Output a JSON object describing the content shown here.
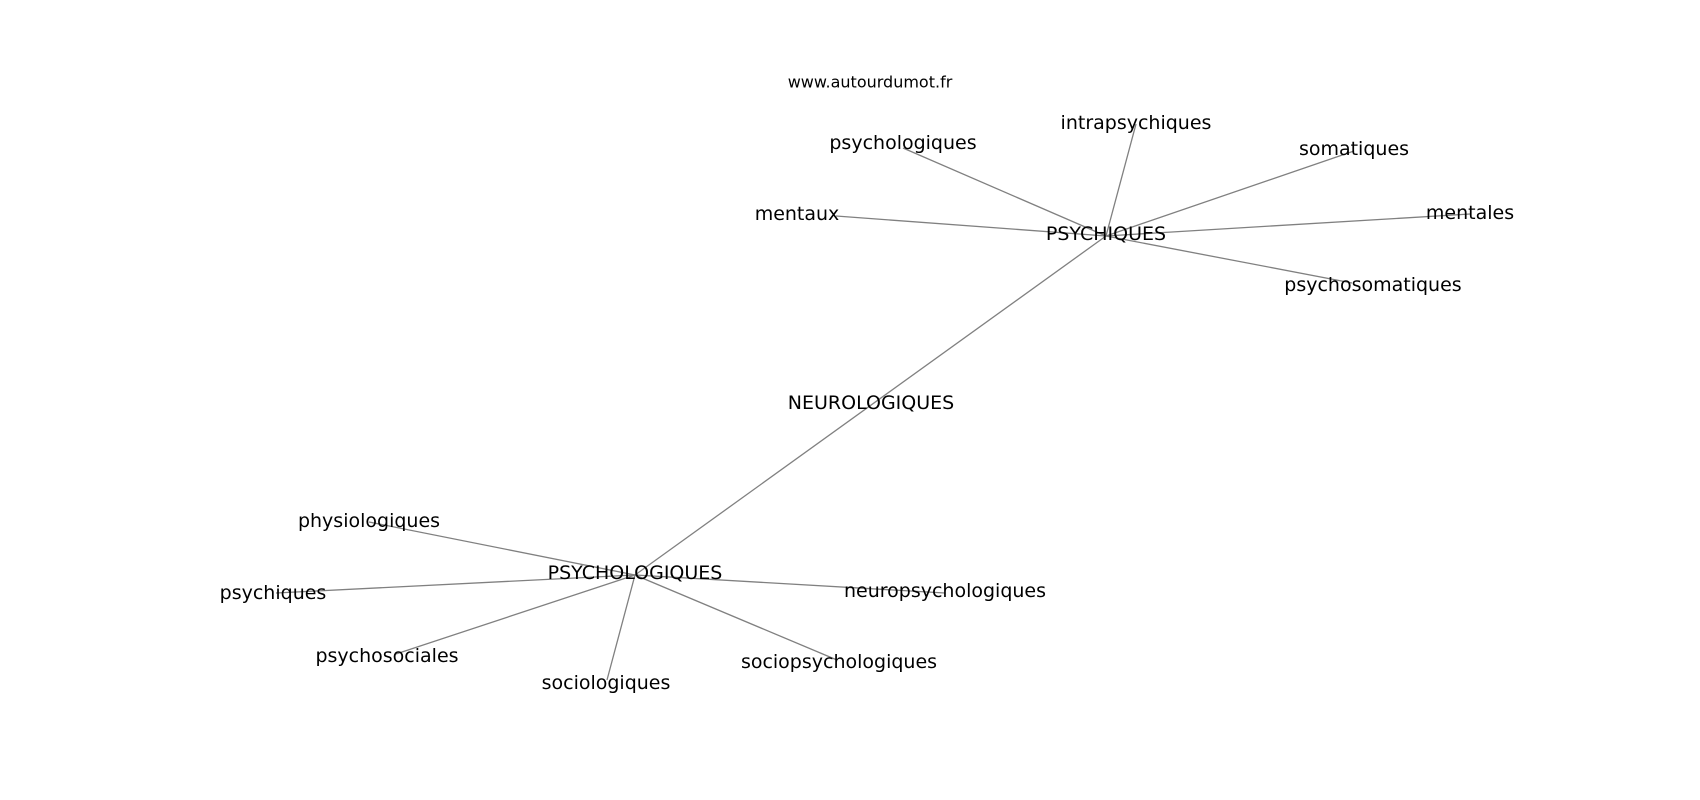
{
  "watermark": "www.autourdumot.fr",
  "colors": {
    "edge": "#808080",
    "text": "#000000",
    "background": "#ffffff"
  },
  "nodes": [
    {
      "id": "neurologiques",
      "label": "NEUROLOGIQUES"
    },
    {
      "id": "psychiques_hub",
      "label": "PSYCHIQUES"
    },
    {
      "id": "psychologiques_hub",
      "label": "PSYCHOLOGIQUES"
    },
    {
      "id": "psychologiques",
      "label": "psychologiques"
    },
    {
      "id": "intrapsychiques",
      "label": "intrapsychiques"
    },
    {
      "id": "somatiques",
      "label": "somatiques"
    },
    {
      "id": "mentaux",
      "label": "mentaux"
    },
    {
      "id": "mentales",
      "label": "mentales"
    },
    {
      "id": "psychosomatiques",
      "label": "psychosomatiques"
    },
    {
      "id": "physiologiques",
      "label": "physiologiques"
    },
    {
      "id": "psychiques",
      "label": "psychiques"
    },
    {
      "id": "neuropsychologiques",
      "label": "neuropsychologiques"
    },
    {
      "id": "psychosociales",
      "label": "psychosociales"
    },
    {
      "id": "sociologiques",
      "label": "sociologiques"
    },
    {
      "id": "sociopsychologiques",
      "label": "sociopsychologiques"
    }
  ],
  "edges": [
    [
      "psychiques_hub",
      "psychologiques_hub"
    ],
    [
      "psychiques_hub",
      "psychologiques"
    ],
    [
      "psychiques_hub",
      "intrapsychiques"
    ],
    [
      "psychiques_hub",
      "somatiques"
    ],
    [
      "psychiques_hub",
      "mentaux"
    ],
    [
      "psychiques_hub",
      "mentales"
    ],
    [
      "psychiques_hub",
      "psychosomatiques"
    ],
    [
      "psychologiques_hub",
      "physiologiques"
    ],
    [
      "psychologiques_hub",
      "psychiques"
    ],
    [
      "psychologiques_hub",
      "neuropsychologiques"
    ],
    [
      "psychologiques_hub",
      "psychosociales"
    ],
    [
      "psychologiques_hub",
      "sociologiques"
    ],
    [
      "psychologiques_hub",
      "sociopsychologiques"
    ]
  ]
}
